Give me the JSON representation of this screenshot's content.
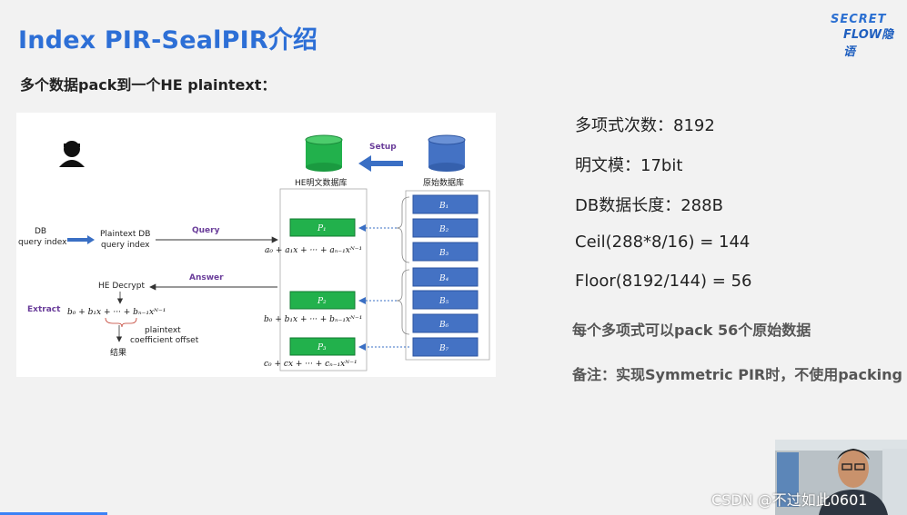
{
  "slide": {
    "title": "Index PIR-SealPIR介绍",
    "logo_top": "SECRET",
    "logo_bottom": "FLOW隐语",
    "subtitle": "多个数据pack到一个HE plaintext："
  },
  "figure": {
    "setup": "Setup",
    "he_db": "HE明文数据库",
    "orig_db": "原始数据库",
    "db_line1": "DB",
    "db_line2": "query index",
    "pt_line1": "Plaintext DB",
    "pt_line2": "query index",
    "query": "Query",
    "answer": "Answer",
    "he_decrypt": "HE Decrypt",
    "extract": "Extract",
    "extract_formula": "b₀ + b₁x + ··· + bₙ₋₁xᴺ⁻¹",
    "coef_line1": "plaintext",
    "coef_line2": "coefficient offset",
    "result": "结果",
    "p_labels": [
      "P₁",
      "P₂",
      "P₃"
    ],
    "p_formulas": [
      "a₀ + a₁x + ··· + aₙ₋₁xᴺ⁻¹",
      "b₀ + b₁x + ··· + bₙ₋₁xᴺ⁻¹",
      "c₀ + cx + ··· + cₙ₋₁xᴺ⁻¹"
    ],
    "b_labels": [
      "B₁",
      "B₂",
      "B₃",
      "B₄",
      "B₅",
      "B₆",
      "B₇"
    ]
  },
  "stats": [
    "多项式次数：8192",
    "明文模：17bit",
    "DB数据长度：288B",
    "Ceil(288*8/16) = 144",
    "Floor(8192/144) = 56"
  ],
  "notes": [
    "每个多项式可以pack 56个原始数据",
    "备注：实现Symmetric PIR时，不使用packing"
  ],
  "watermark": "CSDN @不过如此0601",
  "colors": {
    "title": "#2d6fd6",
    "green": "#22b14c",
    "blue": "#4472c4",
    "purple": "#6a3d9a"
  }
}
